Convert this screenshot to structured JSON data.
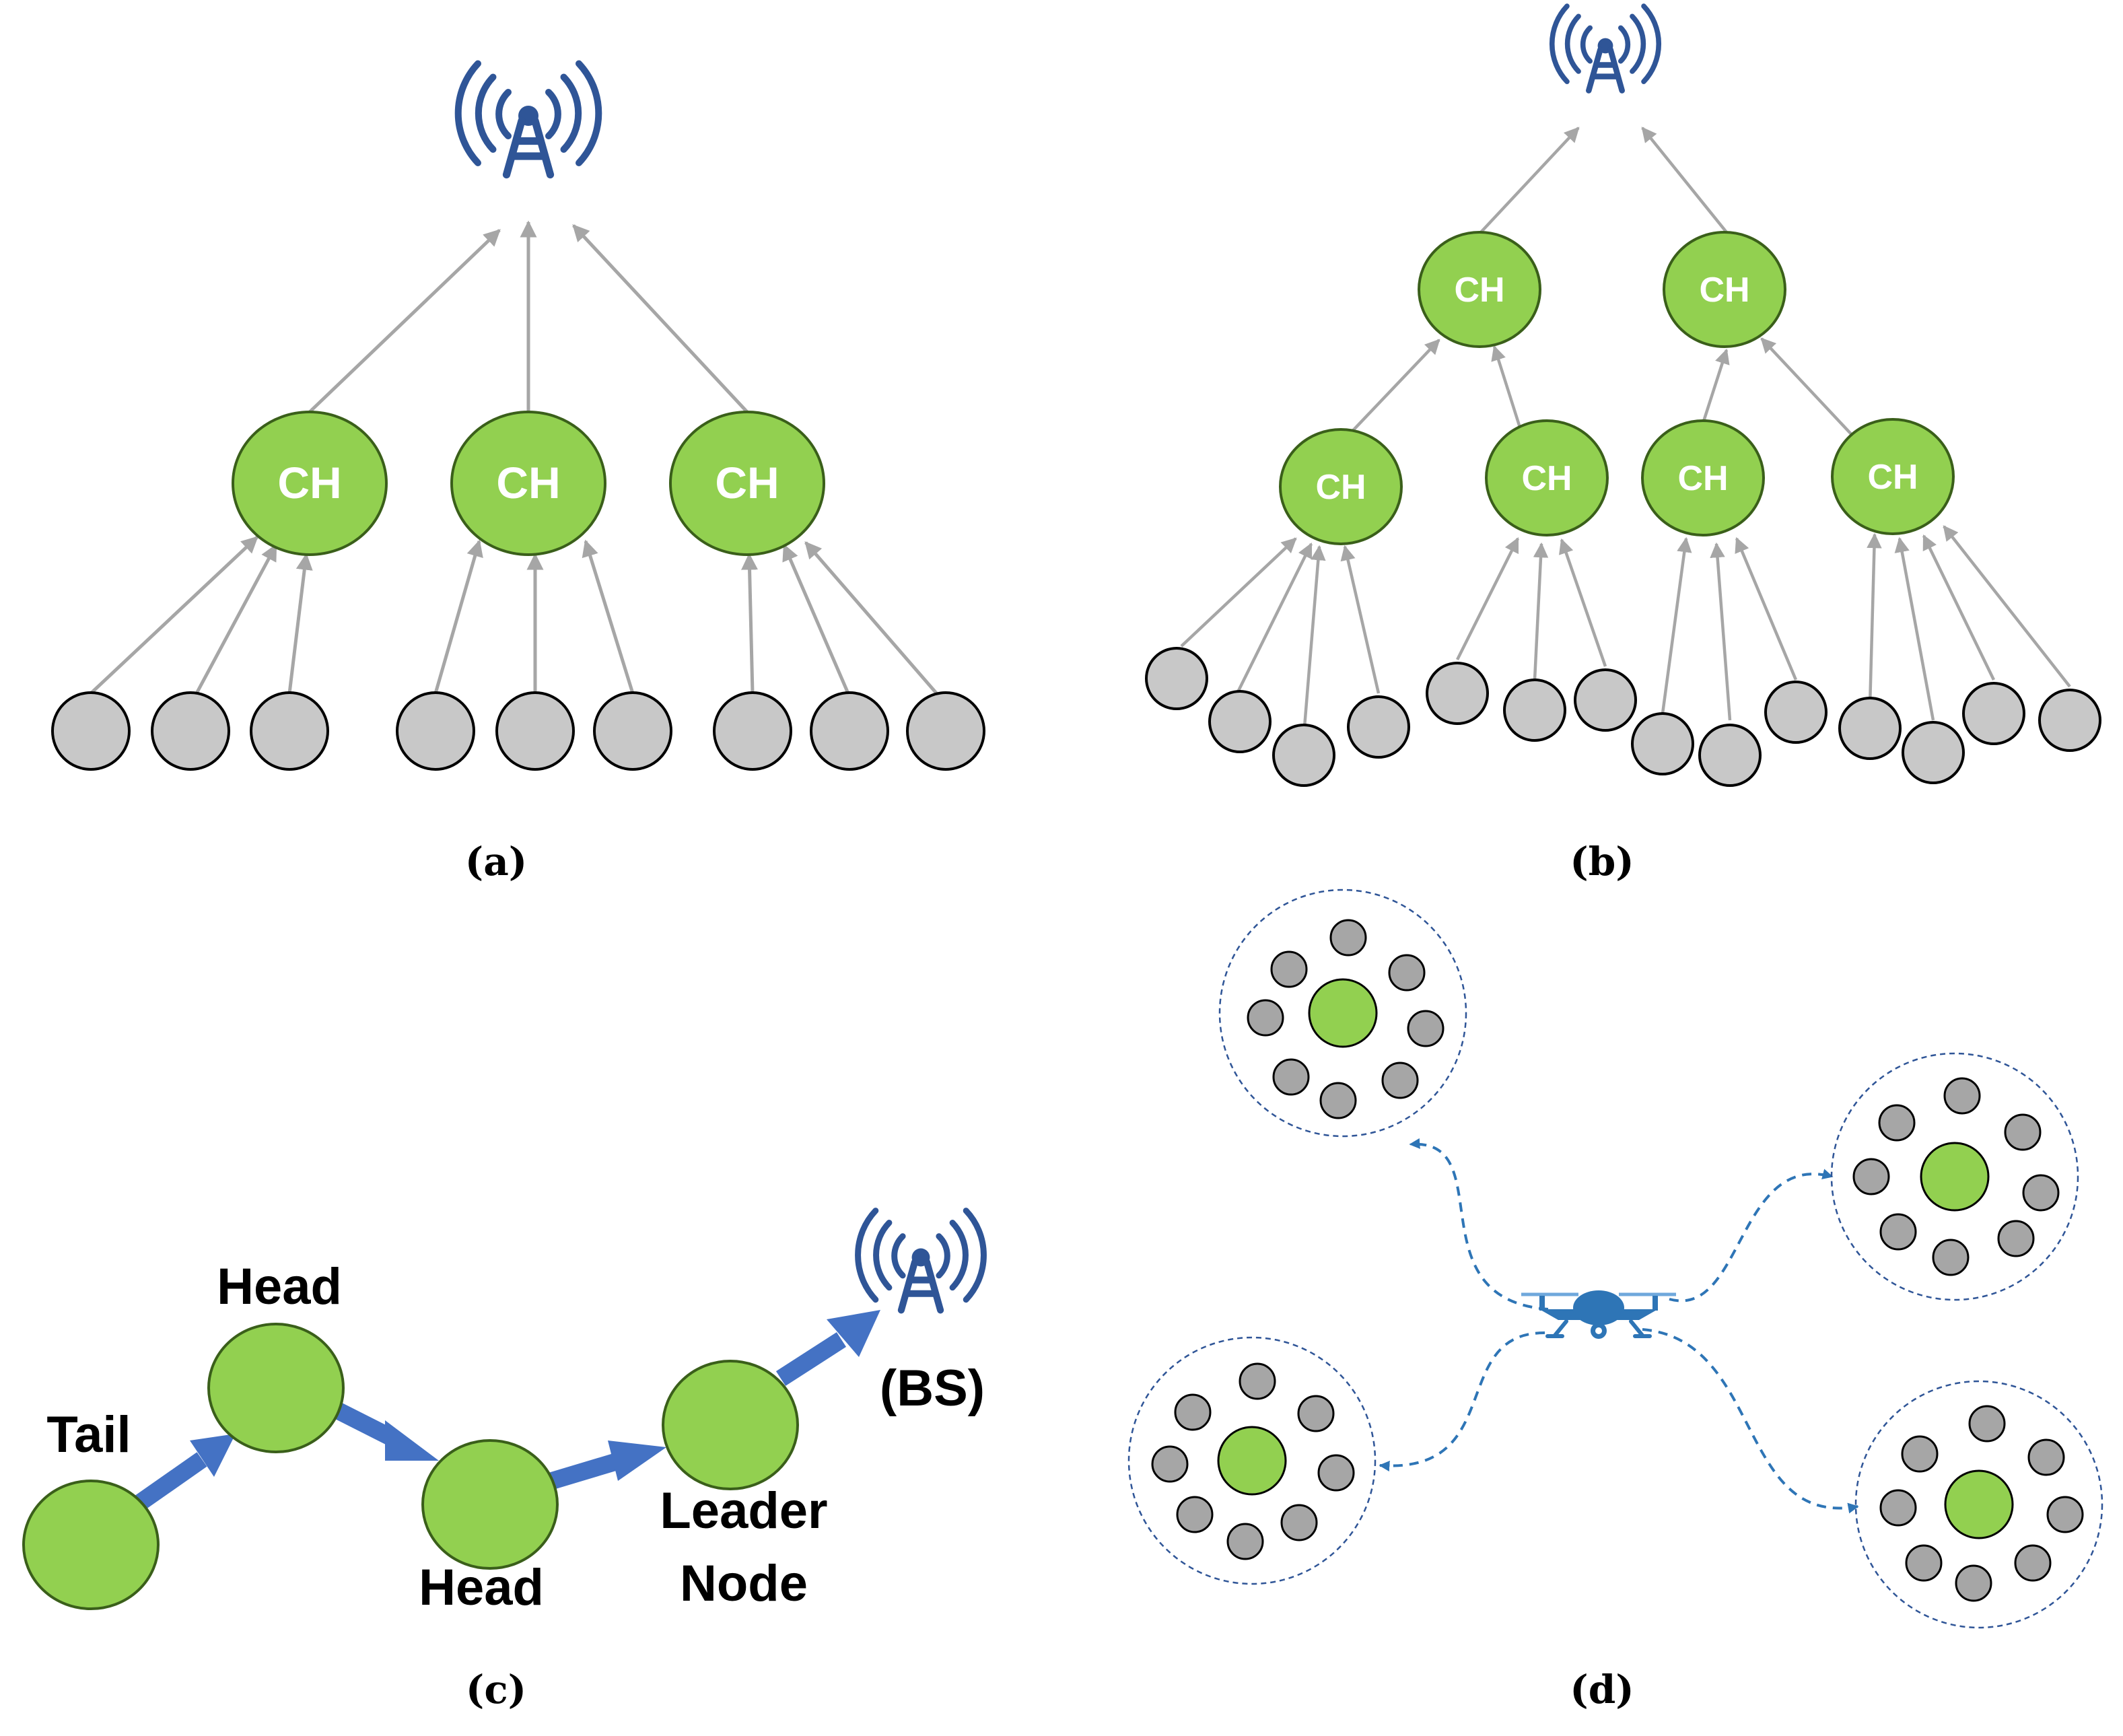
{
  "colors": {
    "cluster_head": "#92d050",
    "member": "#c8c8c8",
    "member_d": "#a6a6a6",
    "outline": "#000000",
    "thin_arrow": "#a6a6a6",
    "chain_arrow": "#4472c4",
    "tower": "#2f5597",
    "dashed": "#2e75b6"
  },
  "panel_a": {
    "caption": "(a)",
    "cluster_heads": [
      "CH",
      "CH",
      "CH"
    ]
  },
  "panel_b": {
    "caption": "(b)",
    "upper_heads": [
      "CH",
      "CH"
    ],
    "lower_heads": [
      "CH",
      "CH",
      "CH",
      "CH"
    ]
  },
  "panel_c": {
    "caption": "(c)",
    "labels": {
      "tail": "Tail",
      "head_1": "Head",
      "head_2": "Head",
      "leader_line1": "Leader",
      "leader_line2": "Node",
      "bs": "(BS)"
    }
  },
  "panel_d": {
    "caption": "(d)",
    "icons": [
      "drone-icon"
    ]
  }
}
